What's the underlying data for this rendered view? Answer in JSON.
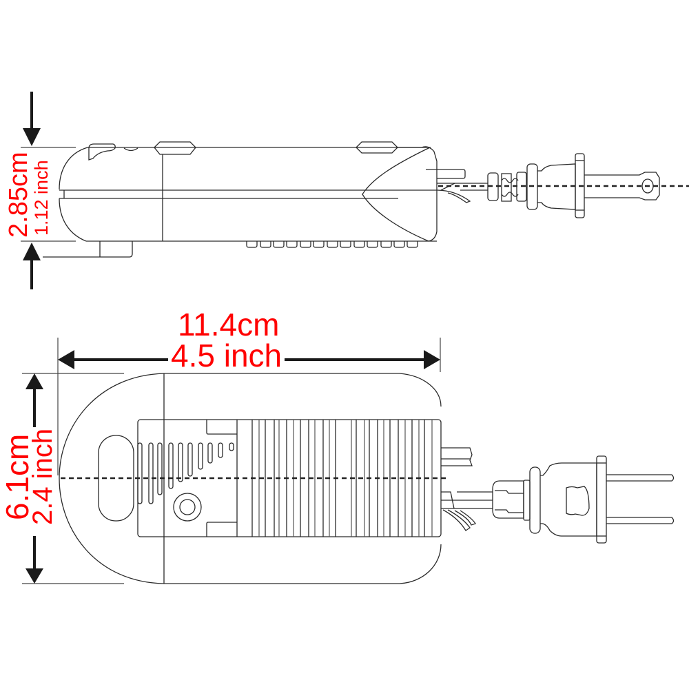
{
  "title": "Inline dimmer switch dimensions",
  "colors": {
    "dimension_text": "#ff0000",
    "line": "#2a2a2a",
    "arrow": "#1a1a1a",
    "background": "#ffffff"
  },
  "side_view": {
    "height_cm": "2.85cm",
    "height_inch": "1.12 inch"
  },
  "top_view": {
    "length_cm": "11.4cm",
    "length_inch": "4.5 inch",
    "width_cm": "6.1cm",
    "width_inch": "2.4 inch"
  },
  "icons": [
    "arrow-down-icon",
    "arrow-up-icon",
    "arrow-left-icon",
    "arrow-right-icon"
  ]
}
